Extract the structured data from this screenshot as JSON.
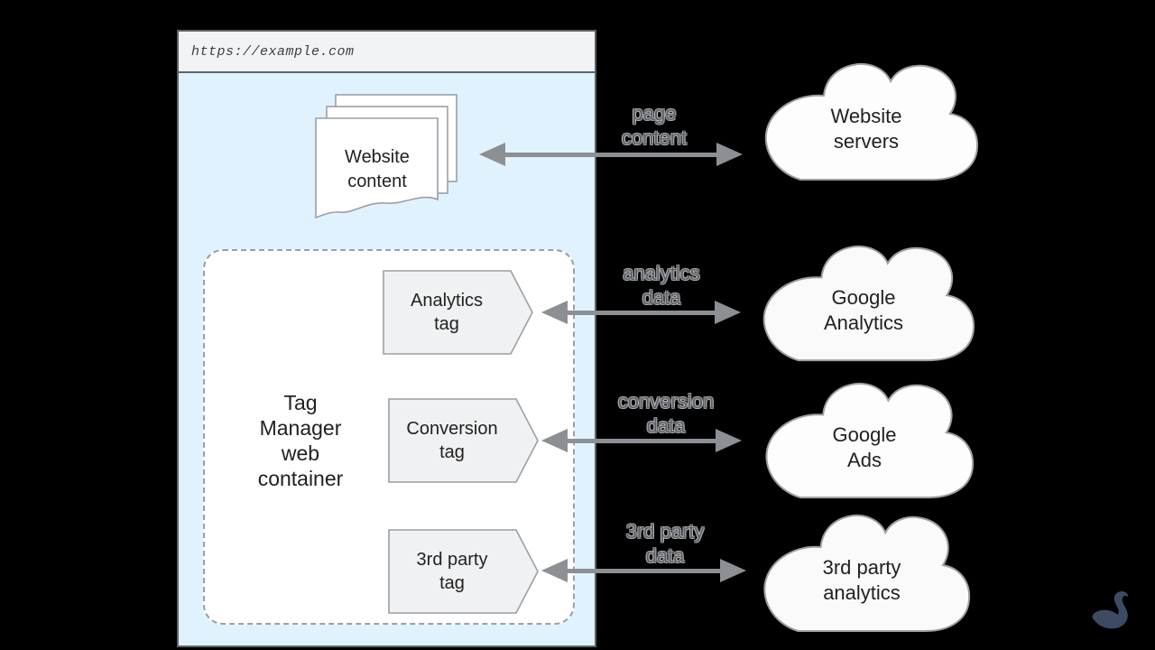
{
  "browser": {
    "url": "https://example.com"
  },
  "website_content": {
    "label": "Website\ncontent"
  },
  "gtm": {
    "label": "Tag\nManager\nweb\ncontainer",
    "tags": [
      {
        "label": "Analytics\ntag"
      },
      {
        "label": "Conversion\ntag"
      },
      {
        "label": "3rd party\ntag"
      }
    ]
  },
  "flows": [
    {
      "label": "page\ncontent"
    },
    {
      "label": "analytics\ndata"
    },
    {
      "label": "conversion\ndata"
    },
    {
      "label": "3rd party\ndata"
    }
  ],
  "clouds": [
    {
      "label": "Website\nservers"
    },
    {
      "label": "Google\nAnalytics"
    },
    {
      "label": "Google\nAds"
    },
    {
      "label": "3rd party\nanalytics"
    }
  ],
  "icons": {
    "swan": "swan-logo",
    "document_stack": "stacked-pages",
    "cloud": "cloud-shape"
  },
  "colors": {
    "background": "#000000",
    "window_body": "#e0f2fd",
    "titlebar": "#f1f3f4",
    "window_border": "#5f6368",
    "dashed_border": "#9aa0a6",
    "tag_fill": "#f0f1f2",
    "tag_border": "#9aa0a6",
    "arrow": "#8c8f93",
    "cloud_fill": "#fdfdfd",
    "cloud_border": "#9e9e9e",
    "flow_label_text": "#5a5d61",
    "diagram_text": "#212121",
    "swan": "#3d4a63"
  }
}
